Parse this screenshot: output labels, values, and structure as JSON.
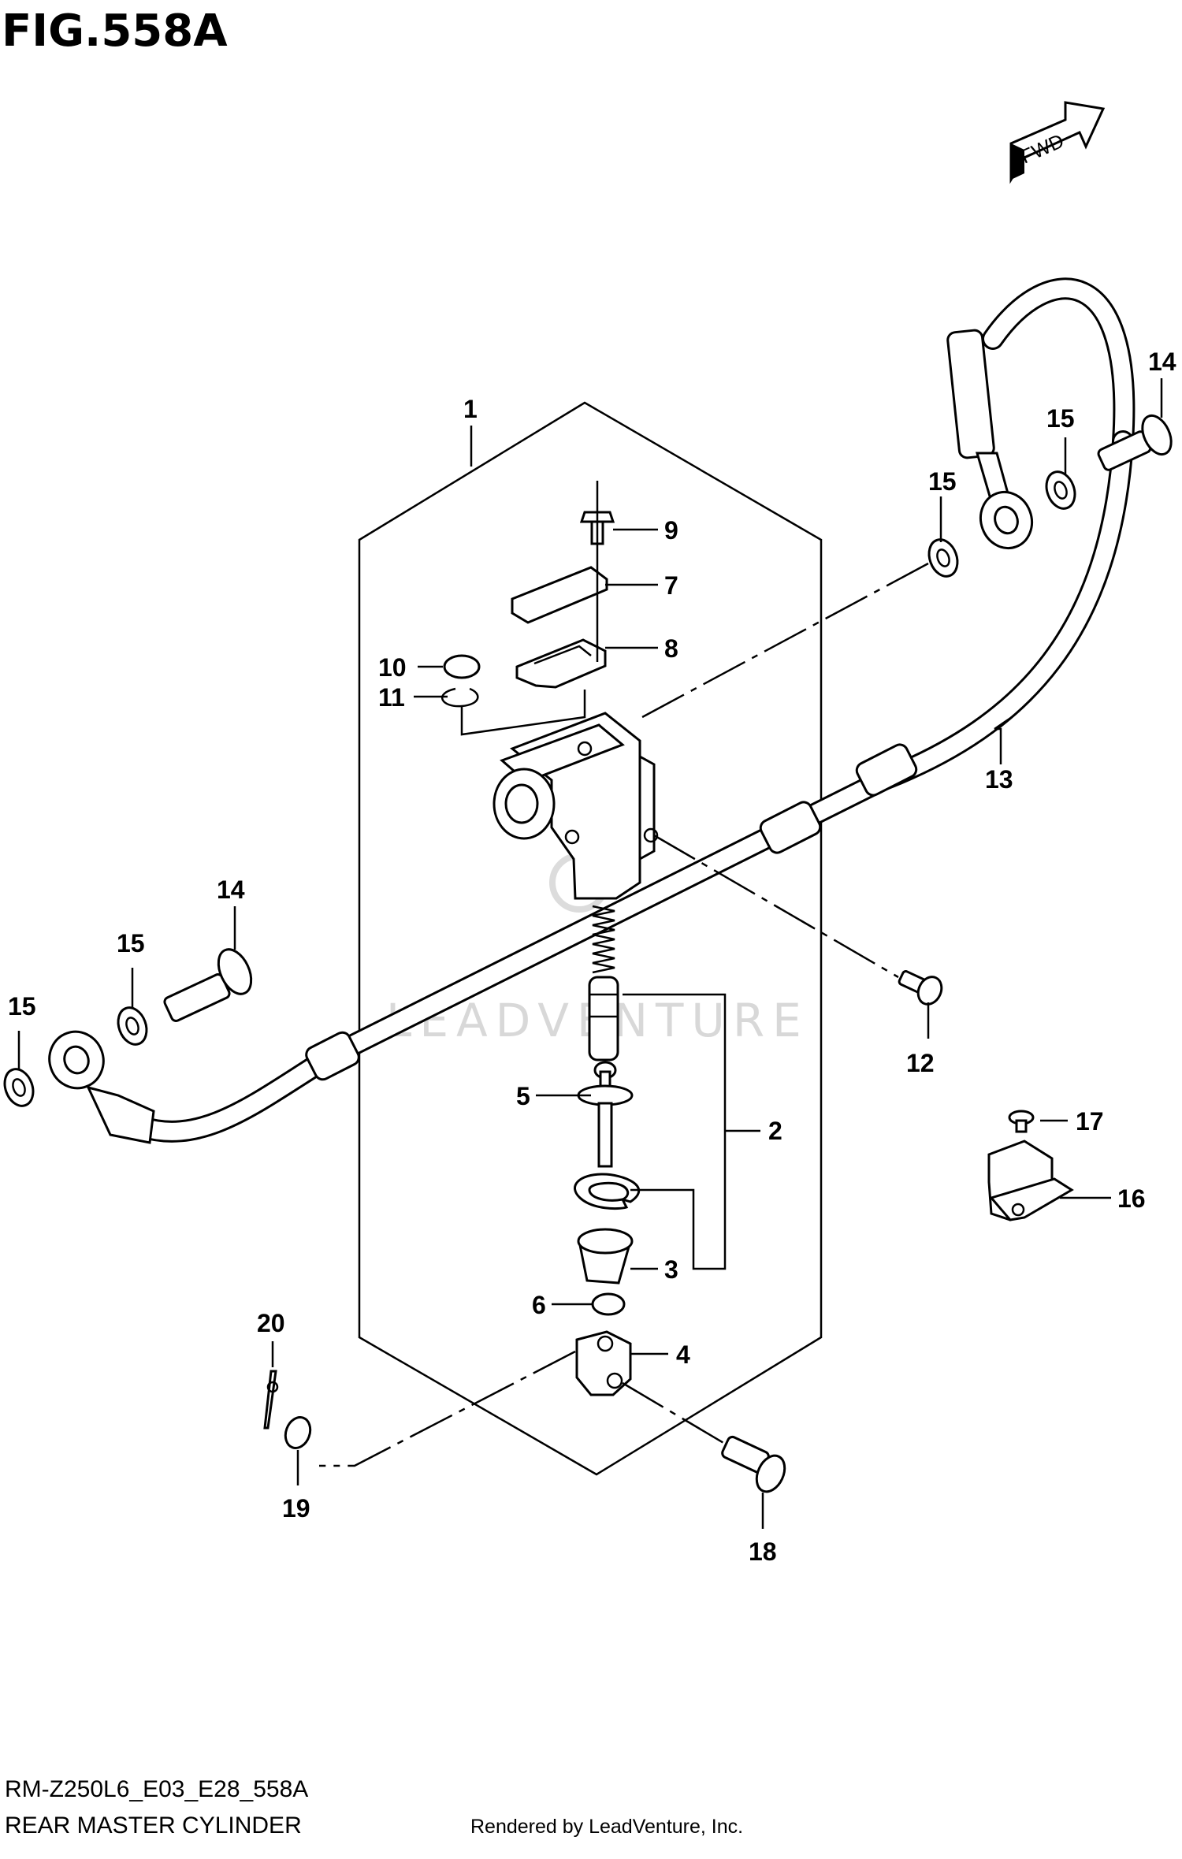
{
  "figure": {
    "title": "FIG.558A",
    "model_code": "RM-Z250L6_E03_E28_558A",
    "caption": "REAR MASTER CYLINDER",
    "credit": "Rendered by LeadVenture, Inc.",
    "watermark": "LEADVENTURE",
    "fwd_label": "FWD"
  },
  "callouts": [
    {
      "id": "c1",
      "label": "1"
    },
    {
      "id": "c2",
      "label": "2"
    },
    {
      "id": "c3",
      "label": "3"
    },
    {
      "id": "c4",
      "label": "4"
    },
    {
      "id": "c5",
      "label": "5"
    },
    {
      "id": "c6",
      "label": "6"
    },
    {
      "id": "c7",
      "label": "7"
    },
    {
      "id": "c8",
      "label": "8"
    },
    {
      "id": "c9",
      "label": "9"
    },
    {
      "id": "c10",
      "label": "10"
    },
    {
      "id": "c11",
      "label": "11"
    },
    {
      "id": "c12",
      "label": "12"
    },
    {
      "id": "c13",
      "label": "13"
    },
    {
      "id": "c14a",
      "label": "14"
    },
    {
      "id": "c14b",
      "label": "14"
    },
    {
      "id": "c15a",
      "label": "15"
    },
    {
      "id": "c15b",
      "label": "15"
    },
    {
      "id": "c15c",
      "label": "15"
    },
    {
      "id": "c15d",
      "label": "15"
    },
    {
      "id": "c16",
      "label": "16"
    },
    {
      "id": "c17",
      "label": "17"
    },
    {
      "id": "c18",
      "label": "18"
    },
    {
      "id": "c19",
      "label": "19"
    },
    {
      "id": "c20",
      "label": "20"
    }
  ]
}
